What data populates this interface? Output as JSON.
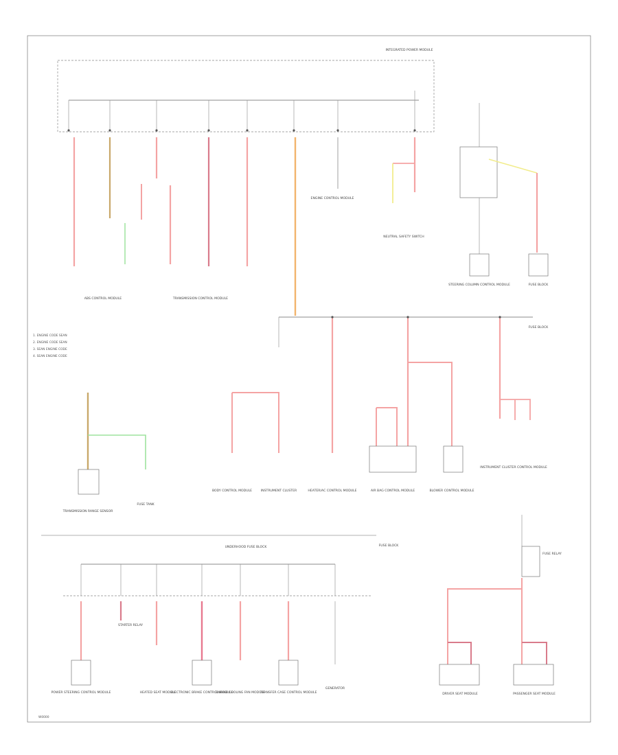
{
  "colors": {
    "background": "#ffffff",
    "wire_red": "#f4a3a3",
    "wire_red_dark": "#d97b8b",
    "wire_orange": "#f2b36b",
    "wire_tan": "#c9a86a",
    "wire_green": "#9ee39e",
    "wire_yellow": "#f2ec8c",
    "line_gray": "#888888"
  },
  "captions": {
    "top_fuse_box": "INTEGRATED POWER MODULE",
    "ebcm": "ABS CONTROL MODULE",
    "transmission": "TRANSMISSION CONTROL MODULE",
    "steering_control": "STEERING COLUMN CONTROL MODULE",
    "fuse_panel_right": "FUSE BLOCK",
    "legend_1": "1. ENGINE CODE SEAN",
    "legend_2": "2. ENGINE CODE SEAN",
    "legend_3": "3. SEAN ENGINE CODE",
    "legend_4": "4. SEAN ENGINE CODE",
    "neutral_safety": "NEUTRAL SAFETY SWITCH",
    "engine_control": "ENGINE CONTROL MODULE",
    "fuse_tank": "FUSE TANK",
    "bcm_loc": "BODY CONTROL MODULE",
    "trans_range": "TRANSMISSION RANGE SENSOR",
    "hvac": "HEATER/AC CONTROL MODULE",
    "instrument": "INSTRUMENT CLUSTER",
    "control_module_a": "AIR BAG CONTROL MODULE",
    "blower_control": "BLOWER CONTROL MODULE",
    "instrument_cluster_ctrl": "INSTRUMENT CLUSTER CONTROL MODULE",
    "lower_fuse_box": "UNDERHOOD FUSE BLOCK",
    "fuse_panel_lower": "FUSE BLOCK",
    "start_relay": "STARTER RELAY",
    "power_steering": "POWER STEERING CONTROL MODULE",
    "heated_seat": "HEATED SEAT MODULE",
    "electronic_brake": "ELECTRONIC BRAKE CONTROL MODULE",
    "engine_cooling": "ENGINE COOLING FAN MODULE",
    "transfer_case": "TRANSFER CASE CONTROL MODULE",
    "generator": "GENERATOR",
    "driver_seat": "DRIVER SEAT MODULE",
    "pass_seat": "PASSENGER SEAT MODULE",
    "fuse_relay": "FUSE RELAY",
    "page_id": "W0000"
  }
}
